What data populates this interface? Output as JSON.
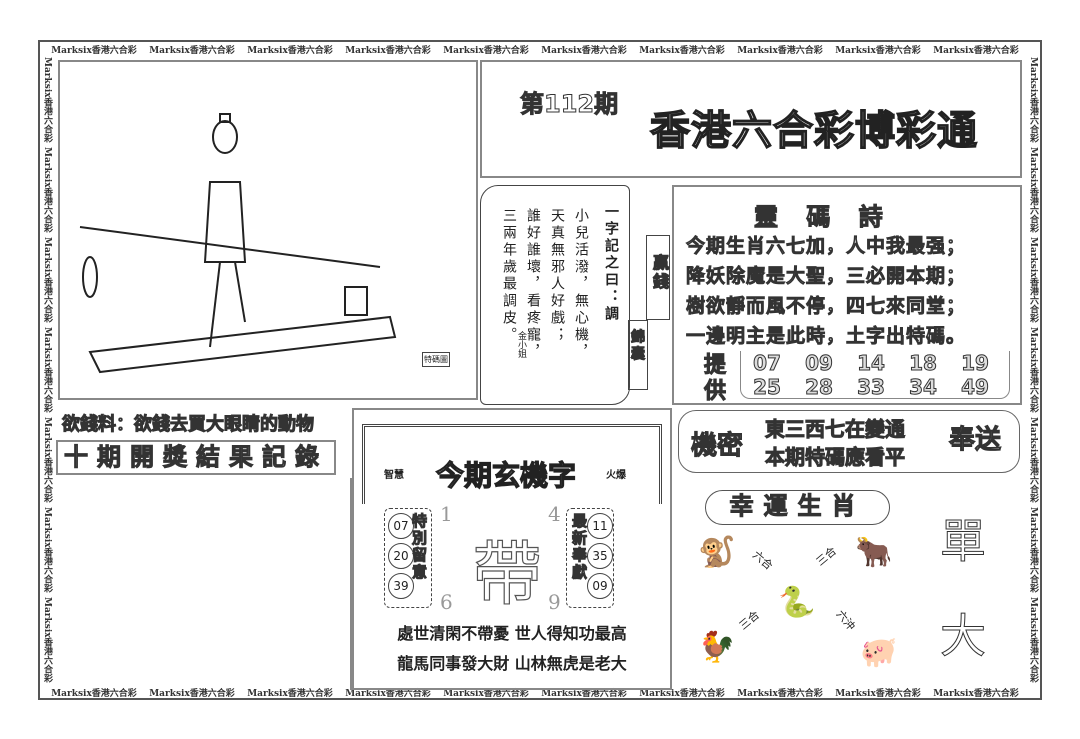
{
  "watermark": "Marksix香港六合彩",
  "header": {
    "issue": "第112期",
    "title": "香港六合彩博彩通"
  },
  "scroll": {
    "title": "一字記之曰：調",
    "lines": [
      "小兒活潑，無心機，",
      "天真無邪人好戲；",
      "誰好誰壞，看疼寵，",
      "三兩年歲最調皮。"
    ],
    "author": "金小姐",
    "tag_win": "贏錢",
    "tag_tips": "錦囊"
  },
  "illustration": {
    "label": "特碼圖"
  },
  "poem": {
    "title": "靈 碼 詩",
    "lines": [
      "今期生肖六七加，人中我最强；",
      "降妖除魔是大聖，三必開本期；",
      "樹欲靜而風不停，四七來同堂；",
      "一邊明主是此時，土字出特碼。"
    ],
    "provide_label_1": "提",
    "provide_label_2": "供",
    "numbers_row1": [
      "07",
      "09",
      "14",
      "18",
      "19"
    ],
    "numbers_row2": [
      "25",
      "28",
      "33",
      "34",
      "49"
    ]
  },
  "money_line": "欲錢料：欲錢去買大眼睛的動物",
  "record_title": "十期開獎結果記錄",
  "mystery": {
    "title": "今期玄機字",
    "left_tag": "智慧",
    "right_tag": "火爆",
    "char": "帶",
    "corner_nums": [
      "1",
      "4",
      "6",
      "9"
    ],
    "left_label": "特別留意",
    "left_nums": [
      "07",
      "20",
      "39"
    ],
    "right_label": "最新奉獻",
    "right_nums": [
      "11",
      "35",
      "09"
    ],
    "verse_1": "處世清閑不帶憂 世人得知功最高",
    "verse_2": "龍馬同事發大財 山林無虎是老大"
  },
  "secret": {
    "left": "機密",
    "line1": "東三西七在變通",
    "line2": "本期特碼應看平",
    "right": "奉送"
  },
  "lucky": {
    "title": "幸運生肖",
    "labels": [
      "六合",
      "三合",
      "三合",
      "六沖"
    ],
    "single": "單",
    "big": "大"
  }
}
